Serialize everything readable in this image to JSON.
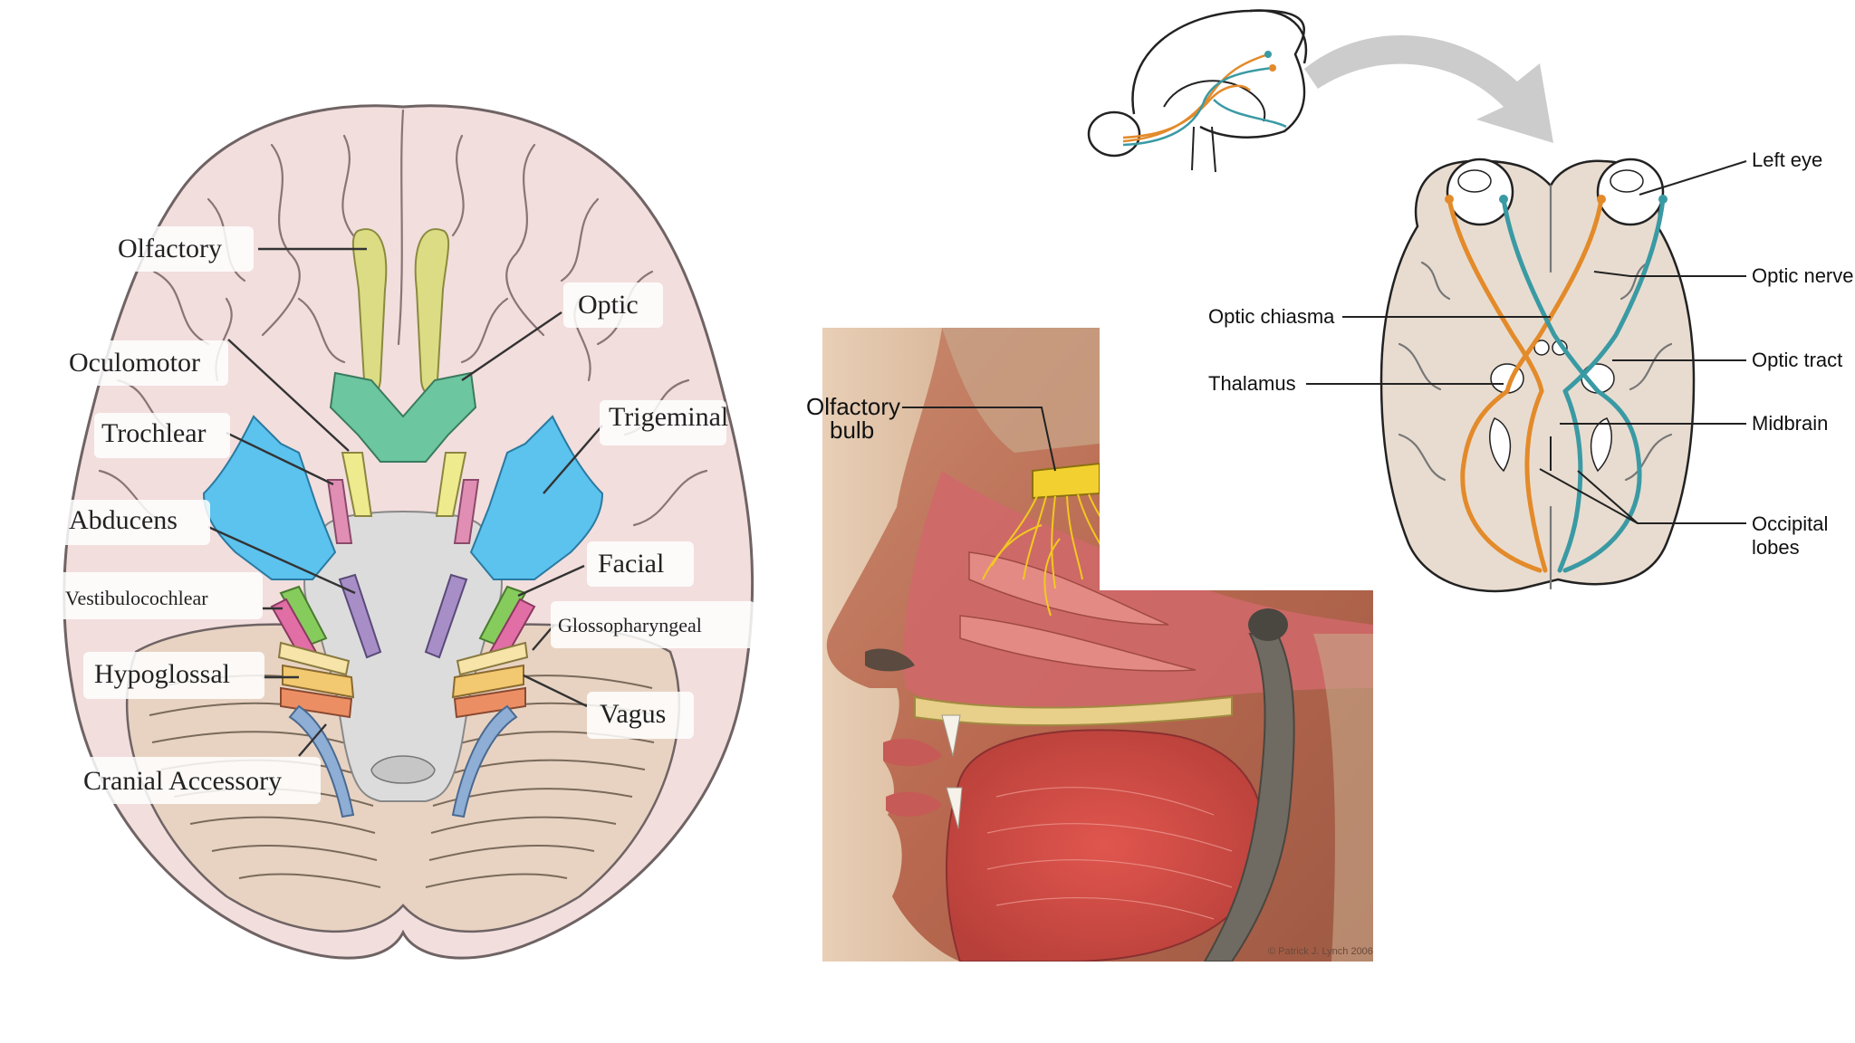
{
  "cranial_nerves_panel": {
    "labels": {
      "olfactory": "Olfactory",
      "optic": "Optic",
      "oculomotor": "Oculomotor",
      "trochlear": "Trochlear",
      "trigeminal": "Trigeminal",
      "abducens": "Abducens",
      "facial": "Facial",
      "vestibulocochlear": "Vestibulocochlear",
      "glossopharyngeal": "Glossopharyngeal",
      "hypoglossal": "Hypoglossal",
      "vagus": "Vagus",
      "cranial_accessory": "Cranial Accessory"
    },
    "colors": {
      "olfactory": "#dcdc84",
      "optic": "#6cc6a0",
      "oculomotor": "#eeea8e",
      "trochlear": "#e08eb4",
      "trigeminal": "#5cc2ee",
      "abducens": "#a88ec6",
      "facial": "#86cc5c",
      "vestibulocochlear": "#e26ea6",
      "glossopharyngeal": "#f6e4a8",
      "hypoglossal": "#ec8e64",
      "vagus": "#f2c870",
      "accessory": "#8eaed6",
      "brain": "#f2dedd",
      "brainstem": "#dcdcdc",
      "cerebellum": "#e8d3c3"
    }
  },
  "nasal_panel": {
    "label": "Olfactory\nbulb",
    "credit": "© Patrick J. Lynch 2006"
  },
  "visual_pathway_panel": {
    "labels": {
      "left_eye": "Left eye",
      "optic_nerve": "Optic nerve",
      "optic_chiasma": "Optic chiasma",
      "optic_tract": "Optic tract",
      "thalamus": "Thalamus",
      "midbrain": "Midbrain",
      "occipital_lobes": "Occipital\nlobes"
    },
    "colors": {
      "orange": "#e38a2a",
      "teal": "#3a9aa4",
      "brain": "#e8dcd0",
      "arrow": "#cccccc"
    }
  }
}
